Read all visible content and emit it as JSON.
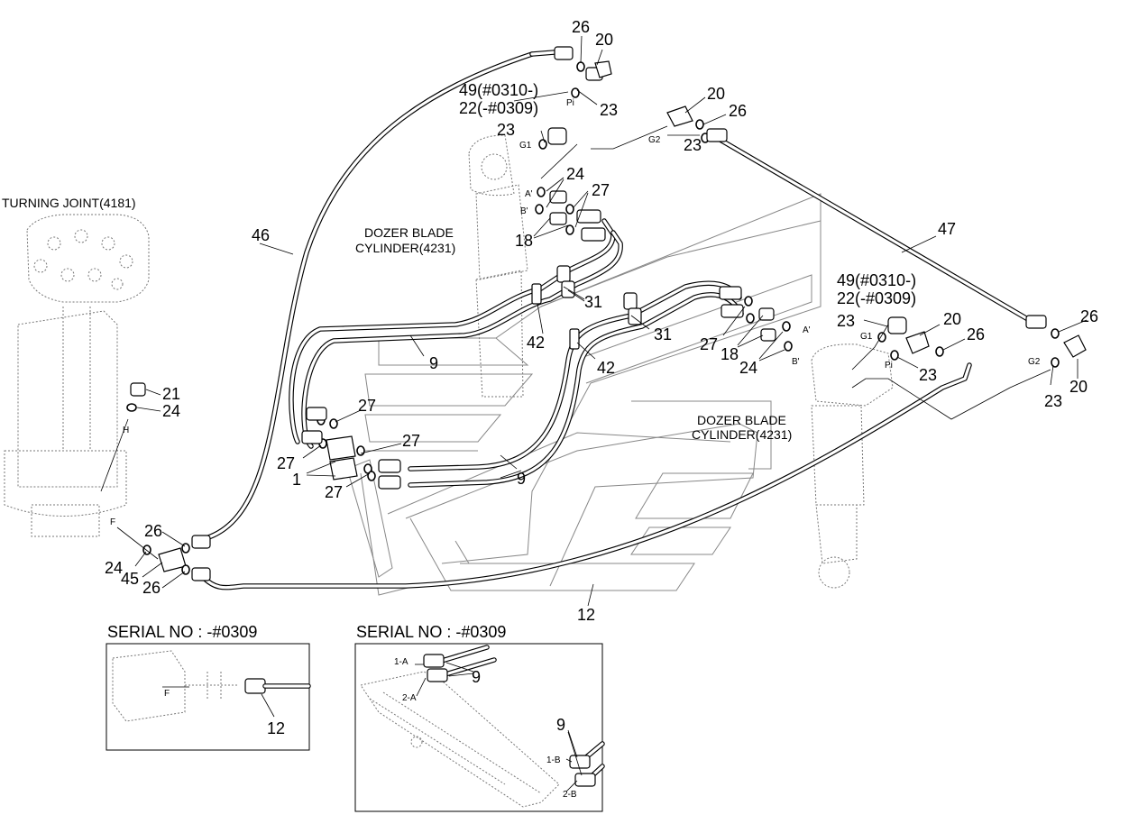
{
  "titles": {
    "turning_joint": "TURNING JOINT(4181)",
    "dozer_cyl_top": [
      "DOZER BLADE",
      "CYLINDER(4231)"
    ],
    "dozer_cyl_right": [
      "DOZER BLADE",
      "CYLINDER(4231)"
    ],
    "serial_left": "SERIAL NO : -#0309",
    "serial_right": "SERIAL NO : -#0309"
  },
  "callouts": {
    "c26_top": "26",
    "c20_top": "20",
    "c49_top": "49(#0310-)",
    "c22_top": "22(-#0309)",
    "c23_pi_top": "23",
    "c23_g1_top": "23",
    "c20_mid": "20",
    "c26_mid": "26",
    "c23_g2_mid": "23",
    "c24_top": "24",
    "c27_top": "27",
    "c18_top": "18",
    "c46": "46",
    "c47": "47",
    "c31_a": "31",
    "c42_a": "42",
    "c31_b": "31",
    "c42_b": "42",
    "c9_a": "9",
    "c49_right": "49(#0310-)",
    "c22_right": "22(-#0309)",
    "c23_g1_right": "23",
    "c20_right_mid": "20",
    "c26_right_mid": "26",
    "c23_pi_right": "23",
    "c27_right": "27",
    "c18_right": "18",
    "c24_right": "24",
    "c26_far": "26",
    "c20_far": "20",
    "c23_far": "23",
    "c21": "21",
    "c24_tj": "24",
    "c27_l1": "27",
    "c27_l2": "27",
    "c27_l3": "27",
    "c27_l4": "27",
    "c1": "1",
    "c9_b": "9",
    "c26_bl": "26",
    "c24_bl": "24",
    "c45": "45",
    "c26_bl2": "26",
    "c12": "12",
    "c12_inset": "12",
    "c9_inset_top": "9",
    "c9_inset_bot": "9"
  },
  "ports": {
    "pi_top": "Pi",
    "g1_top": "G1",
    "g2_top": "G2",
    "a_top": "A'",
    "b_top": "B'",
    "g1_right": "G1",
    "pi_right": "Pi",
    "a_right": "A'",
    "b_right": "B'",
    "g2_far": "G2",
    "h": "H",
    "f": "F",
    "f_inset": "F",
    "ins_1a": "1-A",
    "ins_2a": "2-A",
    "ins_1b": "1-B",
    "ins_2b": "2-B"
  }
}
